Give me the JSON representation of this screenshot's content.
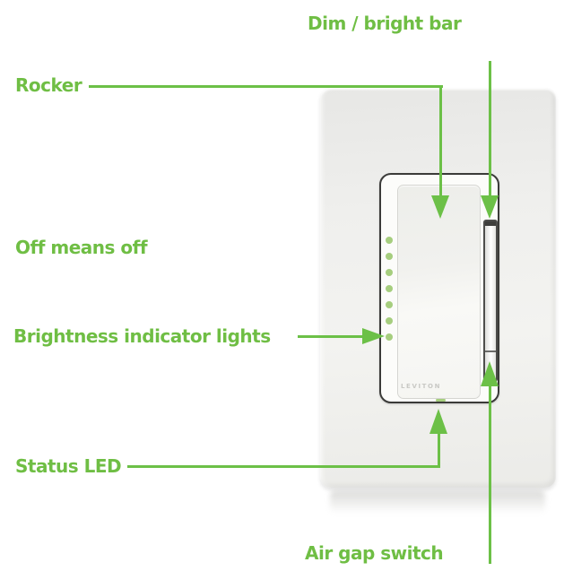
{
  "labels": {
    "dim_bright_bar": "Dim / bright bar",
    "rocker": "Rocker",
    "off_means_off": "Off means off",
    "brightness_indicator_lights": "Brightness indicator lights",
    "status_led": "Status LED",
    "air_gap_switch": "Air gap switch"
  },
  "device": {
    "brand_text": "LEVITON",
    "indicator_led_count": 7
  },
  "colors": {
    "label_green": "#6FBE44",
    "arrow_green": "#6CC047",
    "led_green": "#A6CE7E",
    "plate_gray": "#EFEFED",
    "bezel_dark": "#3B3B39",
    "brand_text_gray": "#C9C9C5"
  }
}
